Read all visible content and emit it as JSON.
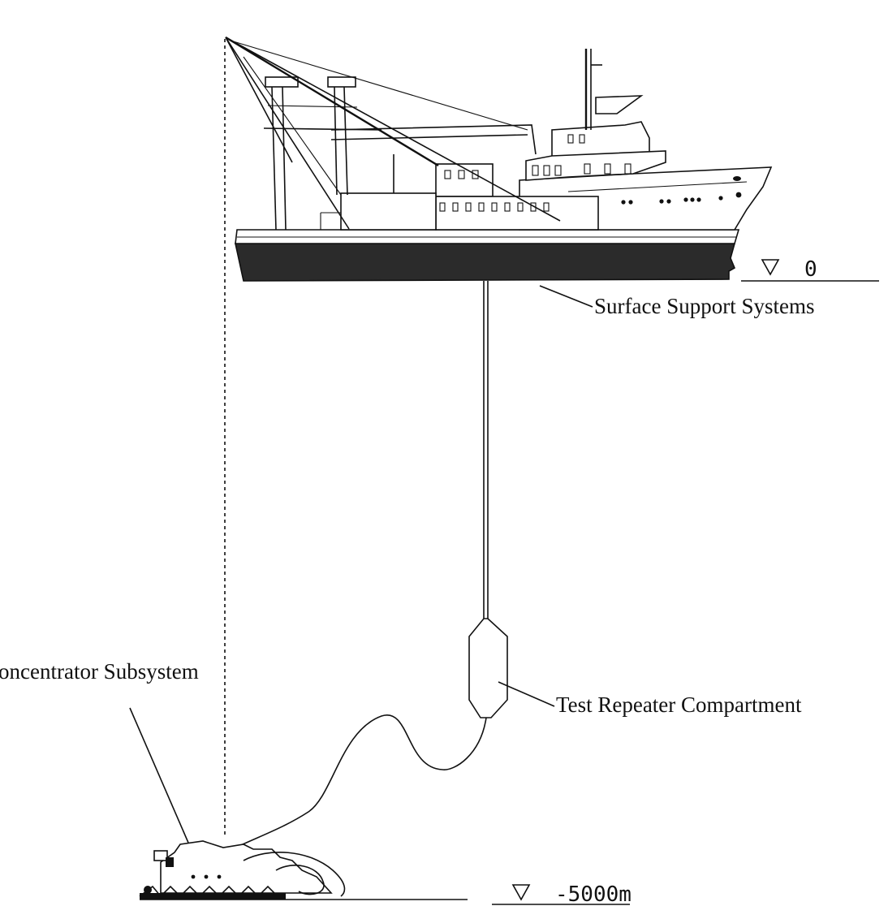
{
  "labels": {
    "surface": "Surface Support Systems",
    "repeater": "Test Repeater Compartment",
    "concentrator": "oncentrator Subsystem"
  },
  "depths": {
    "surface": "0",
    "seabed": "-5000m"
  },
  "colors": {
    "ink": "#111111",
    "hull": "#2b2b2b",
    "background": "#ffffff"
  }
}
